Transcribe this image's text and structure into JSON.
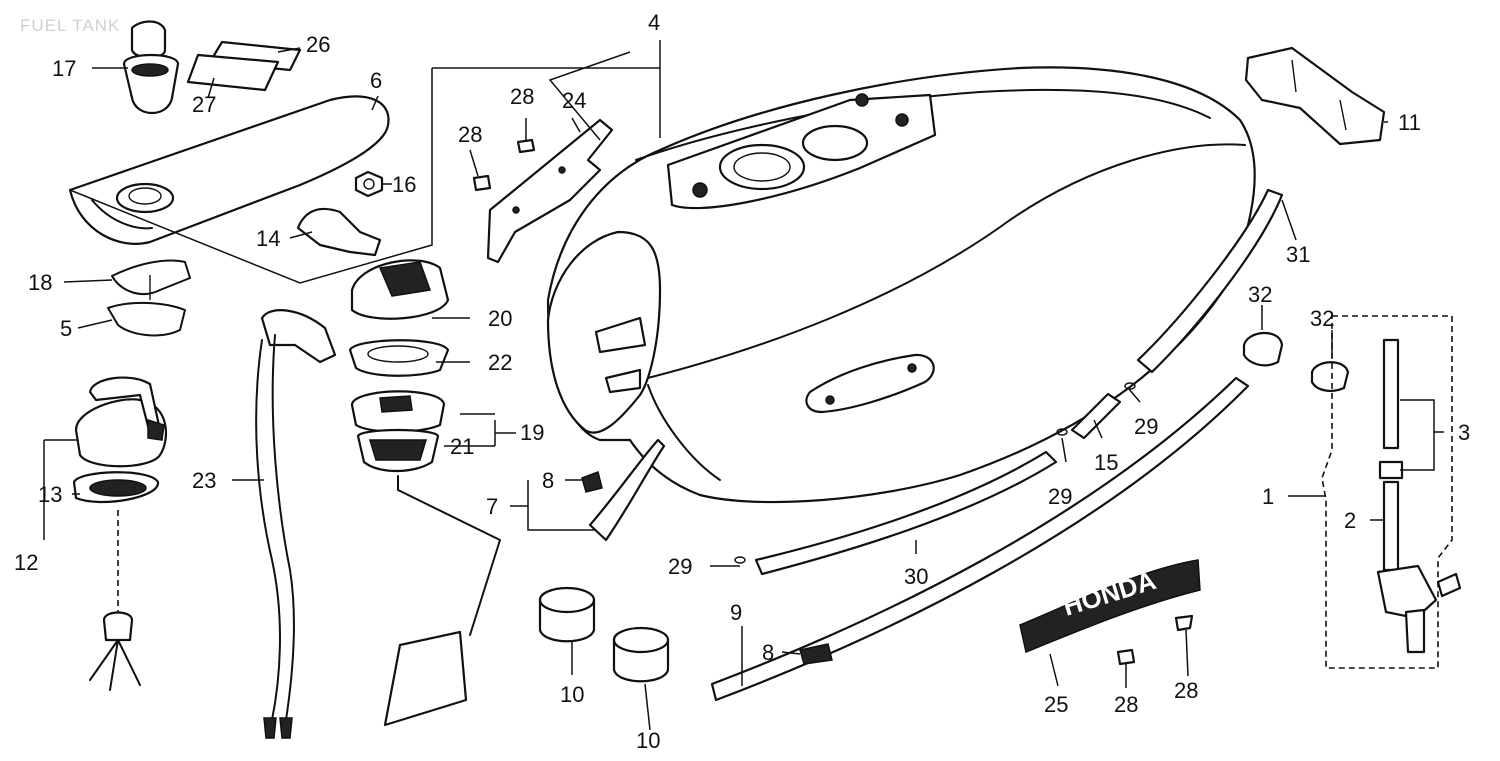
{
  "title": "FUEL TANK",
  "callouts": {
    "c1": "1",
    "c2": "2",
    "c3": "3",
    "c4": "4",
    "c5": "5",
    "c6": "6",
    "c7": "7",
    "c8a": "8",
    "c8b": "8",
    "c9": "9",
    "c10a": "10",
    "c10b": "10",
    "c11": "11",
    "c12": "12",
    "c13": "13",
    "c14": "14",
    "c15": "15",
    "c16": "16",
    "c17": "17",
    "c18": "18",
    "c19": "19",
    "c20": "20",
    "c21": "21",
    "c22": "22",
    "c23": "23",
    "c24": "24",
    "c25": "25",
    "c26": "26",
    "c27": "27",
    "c28a": "28",
    "c28b": "28",
    "c28c": "28",
    "c28d": "28",
    "c29a": "29",
    "c29b": "29",
    "c29c": "29",
    "c30": "30",
    "c31": "31",
    "c32a": "32",
    "c32b": "32"
  },
  "emblem_text": "HONDA"
}
